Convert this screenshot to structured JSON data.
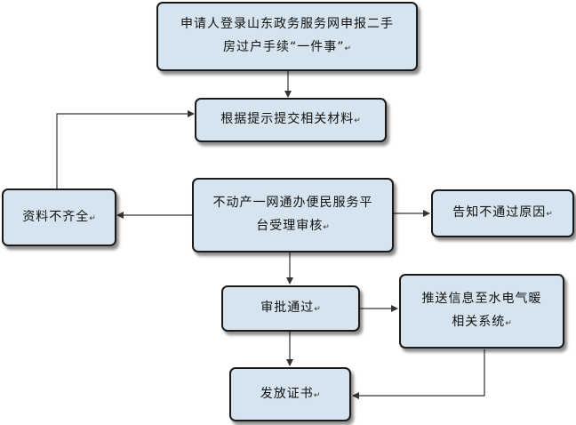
{
  "nodes": {
    "apply": {
      "line1": "申请人登录山东政务服务网申报二手",
      "line2": "房过户手续“一件事”",
      "mark": "↵"
    },
    "submit": {
      "line1": "根据提示提交相关材料",
      "mark": "↵"
    },
    "review": {
      "line1": "不动产一网通办便民服务平",
      "line2": "台受理审核",
      "mark": "↵"
    },
    "incomplete": {
      "line1": "资料不齐全",
      "mark": "↵"
    },
    "reject": {
      "line1": "告知不通过原因",
      "mark": "↵"
    },
    "approved": {
      "line1": "审批通过",
      "mark": "↵"
    },
    "push": {
      "line1": "推送信息至水电气暖",
      "line2": "相关系统",
      "mark": "↵"
    },
    "issue": {
      "line1": "发放证书",
      "mark": "↵"
    }
  },
  "colors": {
    "node_fill": "#d5e4ee",
    "node_border": "#1a1a1a",
    "connector": "#333333"
  }
}
